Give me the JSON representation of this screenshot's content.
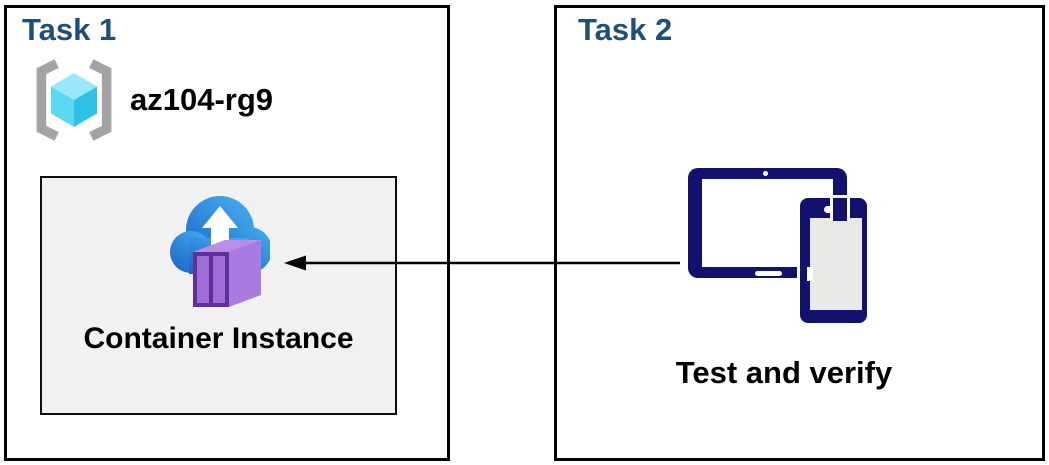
{
  "diagram": {
    "task1": {
      "title": "Task 1",
      "resource_group_name": "az104-rg9",
      "container_label": "Container Instance"
    },
    "task2": {
      "title": "Task 2",
      "label": "Test and verify"
    },
    "arrow": {
      "from": "task2-devices",
      "to": "container-instance",
      "direction": "right-to-left"
    },
    "icons": {
      "resource_group": "resource-group-icon",
      "container_instance": "container-instance-icon",
      "devices": "tablet-and-phone-icon"
    },
    "colors": {
      "title_blue": "#1F4E79",
      "box_border": "#000000",
      "inner_box_bg": "#F1F1F1",
      "device_navy": "#12126E",
      "phone_screen_gray": "#E8E8E6",
      "cloud_gradient_dark": "#1A60C4",
      "cloud_gradient_light": "#42AAEC",
      "container_frame_purple": "#5E3098",
      "container_panel_purple": "#9D6CD4",
      "container_side_purple": "#A97BE0",
      "container_top_purple": "#BA8DE9",
      "cube_top_cyan": "#98E7FA",
      "cube_left_cyan": "#5BD9F3",
      "cube_right_cyan": "#2EC2E6",
      "bracket_gray": "#A3A3A3"
    }
  }
}
